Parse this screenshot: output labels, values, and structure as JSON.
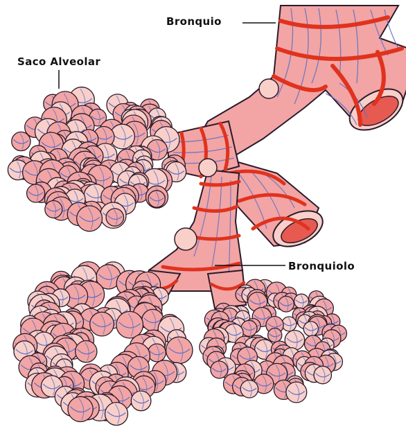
{
  "labels": {
    "bronquio": "Bronquio",
    "saco_alveolar": "Saco Alveolar",
    "bronquiolo": "Bronquiolo"
  },
  "colors": {
    "background": "#ffffff",
    "tissue_pink": "#f2a5a4",
    "tissue_light": "#f8cfc9",
    "tissue_shadow": "#d77f80",
    "artery_red": "#e0321e",
    "vein_blue": "#5b6fc8",
    "lumen_inner": "#e65a52",
    "outline": "#2a1a2a",
    "leader_line": "#111111"
  }
}
